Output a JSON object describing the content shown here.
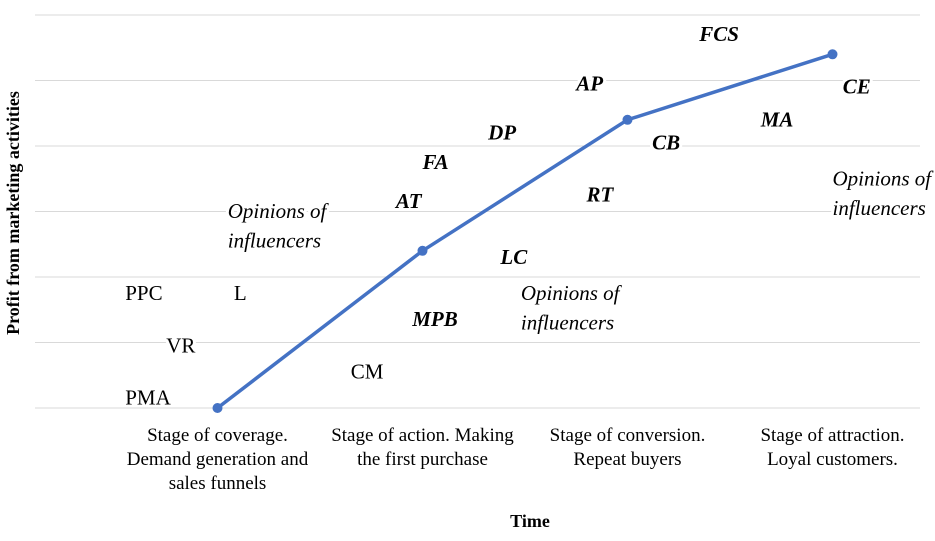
{
  "chart_data": {
    "type": "line",
    "xlabel": "Time",
    "ylabel": "Profit from marketing activities",
    "categories": [
      [
        "Stage of coverage.",
        "Demand generation and",
        "sales funnels"
      ],
      [
        "Stage of action. Making",
        "the first purchase"
      ],
      [
        "Stage of conversion.",
        "Repeat buyers"
      ],
      [
        "Stage of attraction.",
        "Loyal customers."
      ]
    ],
    "series": [
      {
        "values": [
          0.0,
          2.4,
          4.4,
          5.4
        ],
        "color": "#4472C4"
      }
    ],
    "ylim": [
      0,
      6
    ],
    "grid": true,
    "annotations": [
      {
        "text": "PMA",
        "style": "plain",
        "x": -0.45,
        "y": 0.05
      },
      {
        "text": "VR",
        "style": "plain",
        "x": -0.25,
        "y": 0.85
      },
      {
        "text": "PPC",
        "style": "plain",
        "x": -0.45,
        "y": 1.65
      },
      {
        "text": "L",
        "style": "plain",
        "x": 0.08,
        "y": 1.65
      },
      {
        "text": "CM",
        "style": "plain",
        "x": 0.65,
        "y": 0.45
      },
      {
        "text": "MPB",
        "style": "bold",
        "x": 0.95,
        "y": 1.25
      },
      {
        "text": "Opinions of",
        "style": "italic",
        "x": 0.05,
        "y": 2.9
      },
      {
        "text": "influencers",
        "style": "italic",
        "x": 0.05,
        "y": 2.45
      },
      {
        "text": "AT",
        "style": "bold",
        "x": 0.87,
        "y": 3.05
      },
      {
        "text": "FA",
        "style": "bold",
        "x": 1.0,
        "y": 3.65
      },
      {
        "text": "DP",
        "style": "bold",
        "x": 1.32,
        "y": 4.1
      },
      {
        "text": "LC",
        "style": "bold",
        "x": 1.38,
        "y": 2.2
      },
      {
        "text": "Opinions of",
        "style": "italic",
        "x": 1.48,
        "y": 1.65
      },
      {
        "text": "influencers",
        "style": "italic",
        "x": 1.48,
        "y": 1.2
      },
      {
        "text": "AP",
        "style": "bold",
        "x": 1.75,
        "y": 4.85
      },
      {
        "text": "RT",
        "style": "bold",
        "x": 1.8,
        "y": 3.15
      },
      {
        "text": "CB",
        "style": "bold",
        "x": 2.12,
        "y": 3.95
      },
      {
        "text": "FCS",
        "style": "bold",
        "x": 2.35,
        "y": 5.6
      },
      {
        "text": "MA",
        "style": "bold",
        "x": 2.65,
        "y": 4.3
      },
      {
        "text": "CE",
        "style": "bold",
        "x": 3.05,
        "y": 4.8
      },
      {
        "text": "Opinions of",
        "style": "italic",
        "x": 3.0,
        "y": 3.4
      },
      {
        "text": "influencers",
        "style": "italic",
        "x": 3.0,
        "y": 2.95
      }
    ]
  }
}
